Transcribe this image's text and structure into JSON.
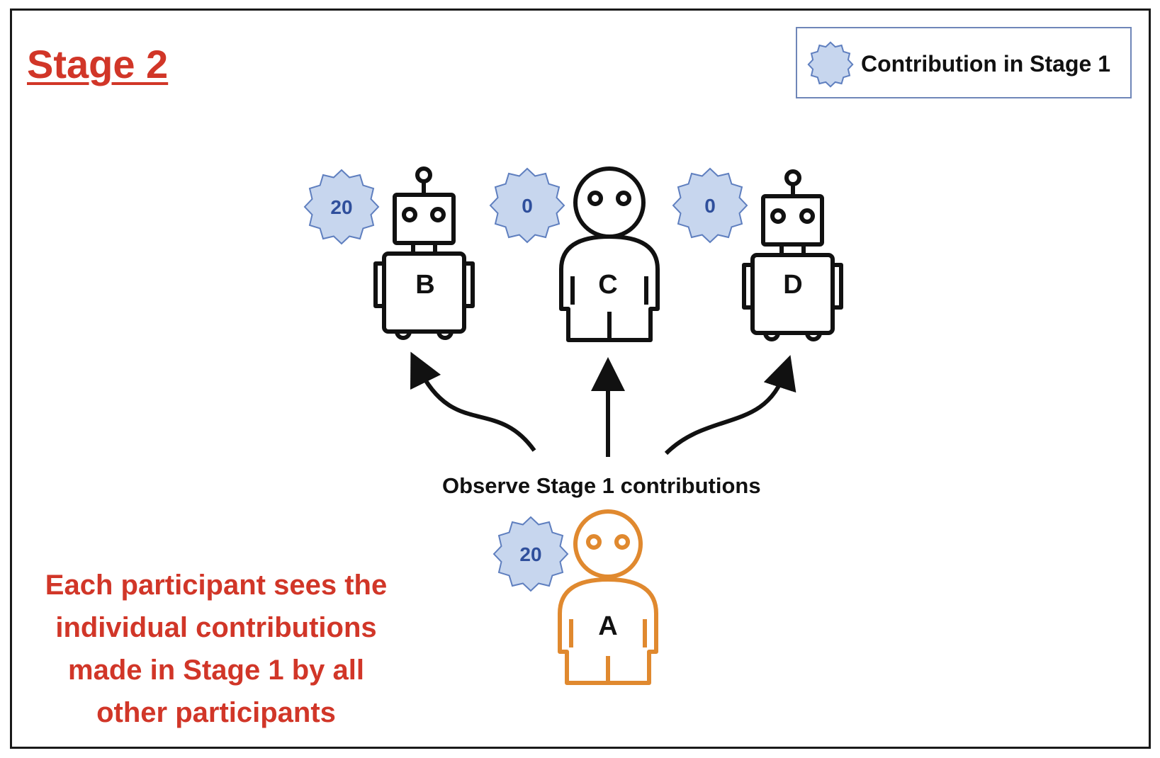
{
  "title": "Stage 2",
  "legend": {
    "label": "Contribution in Stage 1",
    "icon": "starburst-badge-icon"
  },
  "agents": [
    {
      "id": "B",
      "kind": "robot",
      "contribution": "20"
    },
    {
      "id": "C",
      "kind": "human",
      "contribution": "0"
    },
    {
      "id": "D",
      "kind": "robot",
      "contribution": "0"
    },
    {
      "id": "A",
      "kind": "human",
      "contribution": "20"
    }
  ],
  "observe_label": "Observe Stage 1 contributions",
  "caption_lines": [
    "Each participant sees the",
    "individual contributions",
    "made in Stage 1 by all",
    "other participants"
  ],
  "colors": {
    "title": "#d13628",
    "badge_fill": "#c7d6ee",
    "badge_stroke": "#5f7fbf",
    "badge_text": "#2f4f9c",
    "agent_focal": "#e0892f",
    "agent_other": "#111111",
    "legend_border": "#6f86b8"
  }
}
